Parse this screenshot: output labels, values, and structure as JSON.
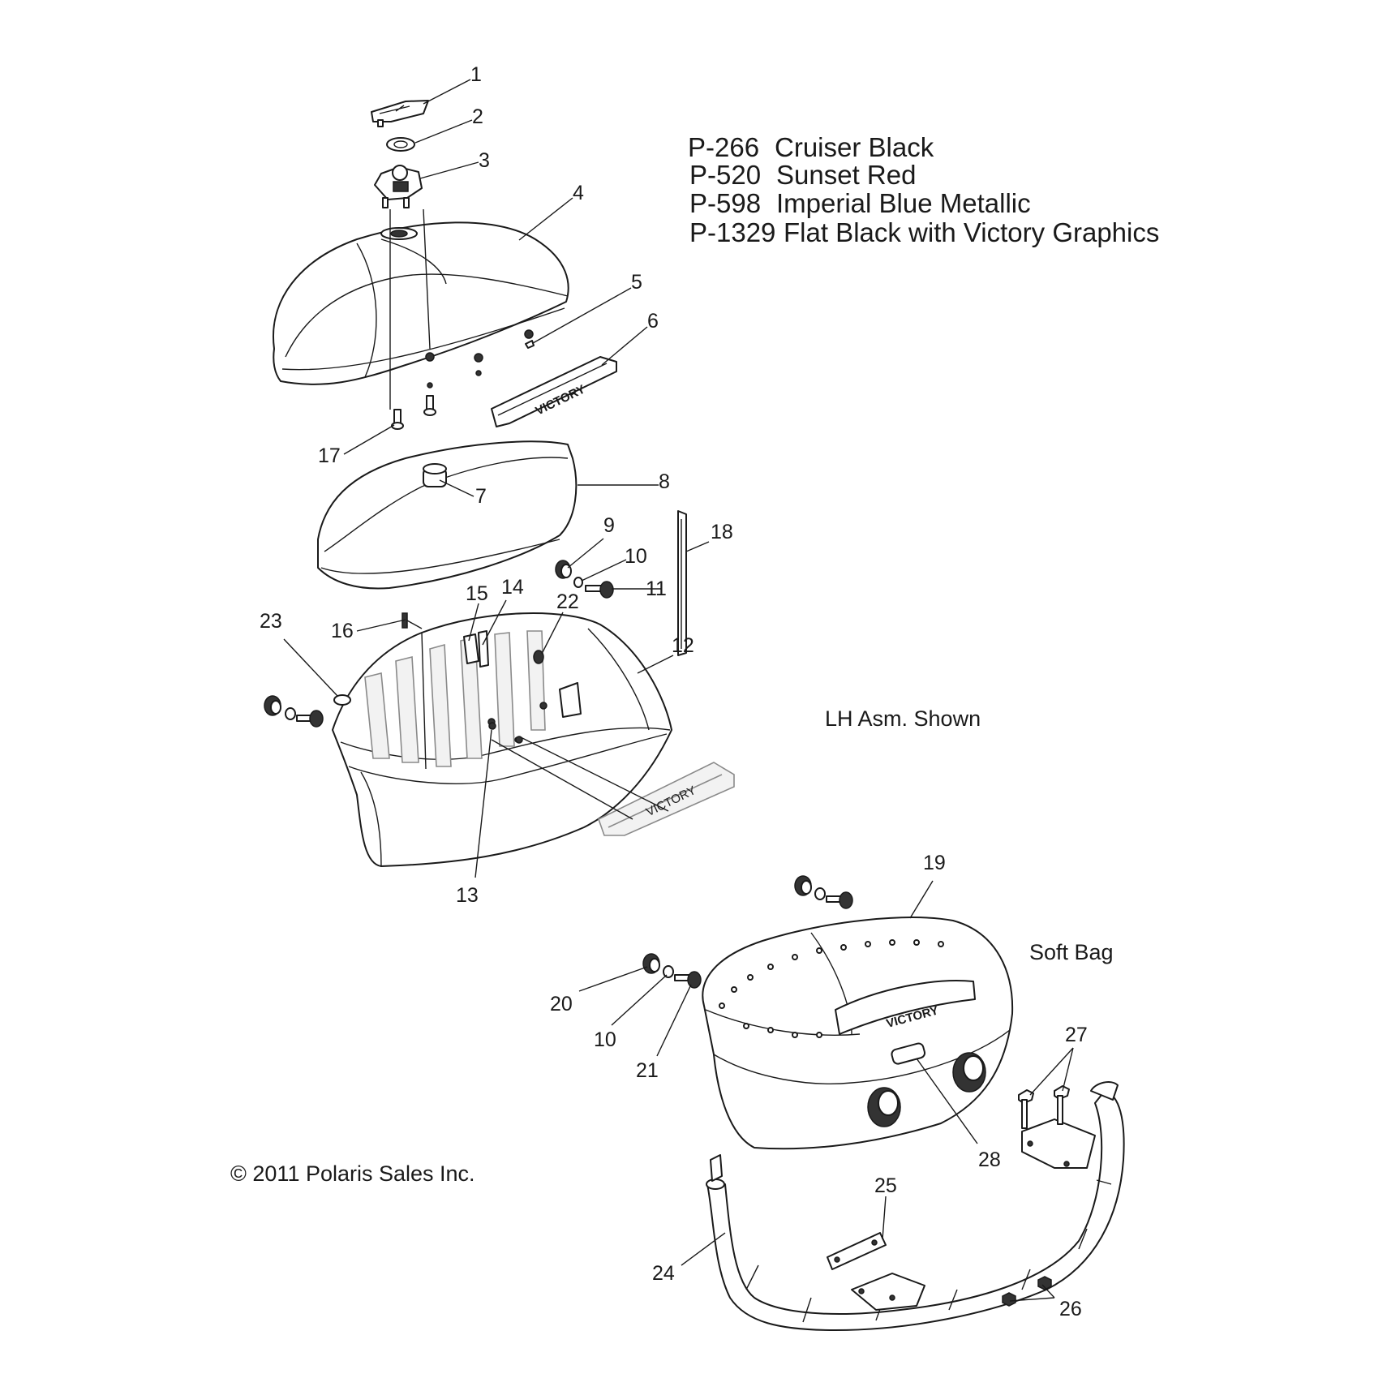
{
  "color_legend": [
    {
      "code": "P-266",
      "name": "Cruiser Black"
    },
    {
      "code": "P-520",
      "name": "Sunset Red"
    },
    {
      "code": "P-598",
      "name": "Imperial Blue Metallic"
    },
    {
      "code": "P-1329",
      "name": "Flat Black with Victory Graphics"
    }
  ],
  "notes": {
    "lh_asm": "LH Asm. Shown",
    "soft_bag": "Soft Bag",
    "copyright": "© 2011 Polaris Sales Inc."
  },
  "brand_text": "VICTORY",
  "callouts": [
    "1",
    "2",
    "3",
    "4",
    "5",
    "6",
    "17",
    "7",
    "8",
    "9",
    "10",
    "11",
    "18",
    "15",
    "14",
    "22",
    "16",
    "23",
    "12",
    "13",
    "19",
    "20",
    "10",
    "21",
    "27",
    "28",
    "25",
    "24",
    "26"
  ]
}
